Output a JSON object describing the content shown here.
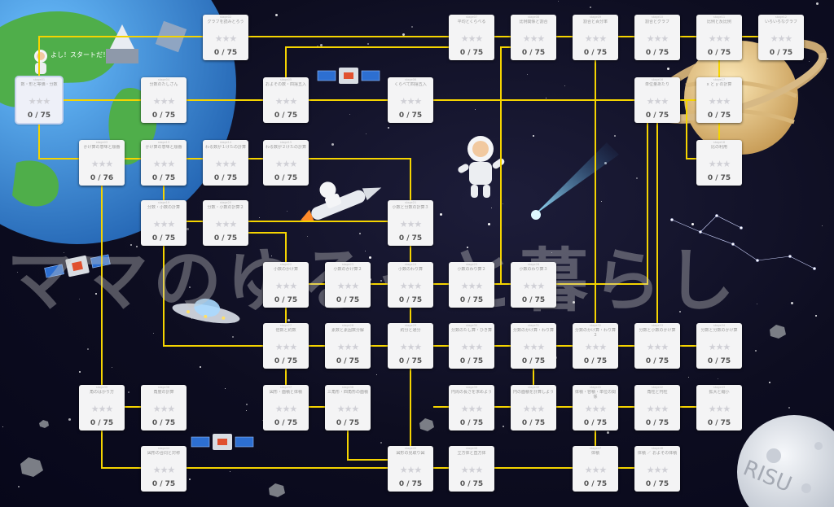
{
  "watermark": "ママのゆるっと暮らし",
  "moon_text": "RISU",
  "speech_bubble": "よし！スタートだ！",
  "colors": {
    "path": "#f5d400",
    "space": "#0d0d20",
    "card": "#f4f4f5",
    "earth_sea": "#3a8fd8",
    "earth_land": "#4fae4a",
    "saturn": "#e9c98c",
    "moon": "#dfe3ea"
  },
  "icons": [
    "astronaut-icon",
    "satellite-icon",
    "rocket-icon",
    "ufo-icon",
    "comet-icon",
    "saturn-icon",
    "moon-icon",
    "earth-icon",
    "asteroid-icon",
    "constellation-icon"
  ],
  "nodes": [
    {
      "stage": "stage01",
      "title": "数・形と等価・分数",
      "stars": "★★★",
      "score": "0 / 75"
    },
    {
      "stage": "stage02",
      "title": "グラフを読みとろう",
      "stars": "★★★",
      "score": "0 / 75"
    },
    {
      "stage": "stage03",
      "title": "かけ算の意味と順番",
      "stars": "★★★",
      "score": "0 / 76"
    },
    {
      "stage": "stage04",
      "title": "分数のたしざん",
      "stars": "★★★",
      "score": "0 / 75"
    },
    {
      "stage": "stage05",
      "title": "およその数・四捨五入",
      "stars": "★★★",
      "score": "0 / 75"
    },
    {
      "stage": "stage06",
      "title": "くらべて四捨五入",
      "stars": "★★★",
      "score": "0 / 75"
    },
    {
      "stage": "stage07",
      "title": "平均とくらべる",
      "stars": "★★★",
      "score": "0 / 75"
    },
    {
      "stage": "stage08",
      "title": "比例関係と割合",
      "stars": "★★★",
      "score": "0 / 75"
    },
    {
      "stage": "stage09",
      "title": "割合と百分率",
      "stars": "★★★",
      "score": "0 / 75"
    },
    {
      "stage": "stage10",
      "title": "割合とグラフ",
      "stars": "★★★",
      "score": "0 / 75"
    },
    {
      "stage": "stage11",
      "title": "比例と反比例",
      "stars": "★★★",
      "score": "0 / 75"
    },
    {
      "stage": "stage12",
      "title": "いろいろなグラフ",
      "stars": "★★★",
      "score": "0 / 75"
    },
    {
      "stage": "stage13",
      "title": "かけ算の意味と順番",
      "stars": "★★★",
      "score": "0 / 75"
    },
    {
      "stage": "stage14",
      "title": "わる数が１けたの計算",
      "stars": "★★★",
      "score": "0 / 75"
    },
    {
      "stage": "stage15",
      "title": "わる数が２けたの計算",
      "stars": "★★★",
      "score": "0 / 75"
    },
    {
      "stage": "stage16",
      "title": "単位量あたり",
      "stars": "★★★",
      "score": "0 / 75"
    },
    {
      "stage": "stage17",
      "title": "x と y の計算",
      "stars": "★★★",
      "score": "0 / 75"
    },
    {
      "stage": "stage18",
      "title": "比の利用",
      "stars": "★★★",
      "score": "0 / 75"
    },
    {
      "stage": "stage19",
      "title": "分数・小数の計算",
      "stars": "★★★",
      "score": "0 / 75"
    },
    {
      "stage": "stage20",
      "title": "分数・小数の計算２",
      "stars": "★★★",
      "score": "0 / 75"
    },
    {
      "stage": "stage21",
      "title": "小数と分数の計算３",
      "stars": "★★★",
      "score": "0 / 75"
    },
    {
      "stage": "stage22",
      "title": "小数のかけ算",
      "stars": "★★★",
      "score": "0 / 75"
    },
    {
      "stage": "stage23",
      "title": "小数のかけ算２",
      "stars": "★★★",
      "score": "0 / 75"
    },
    {
      "stage": "stage24",
      "title": "小数のわり算",
      "stars": "★★★",
      "score": "0 / 75"
    },
    {
      "stage": "stage25",
      "title": "小数のわり算２",
      "stars": "★★★",
      "score": "0 / 75"
    },
    {
      "stage": "stage26",
      "title": "小数のわり算３",
      "stars": "★★★",
      "score": "0 / 75"
    },
    {
      "stage": "stage27",
      "title": "倍数と約数",
      "stars": "★★★",
      "score": "0 / 75"
    },
    {
      "stage": "stage28",
      "title": "素数と素因数分解",
      "stars": "★★★",
      "score": "0 / 75"
    },
    {
      "stage": "stage29",
      "title": "約分と通分",
      "stars": "★★★",
      "score": "0 / 75"
    },
    {
      "stage": "stage30",
      "title": "分数のたし算・ひき算",
      "stars": "★★★",
      "score": "0 / 75"
    },
    {
      "stage": "stage31",
      "title": "分数のかけ算・わり算",
      "stars": "★★★",
      "score": "0 / 75"
    },
    {
      "stage": "stage32",
      "title": "分数のかけ算・わり算２",
      "stars": "★★★",
      "score": "0 / 75"
    },
    {
      "stage": "stage33",
      "title": "分数と小数のかけ算",
      "stars": "★★★",
      "score": "0 / 75"
    },
    {
      "stage": "stage34",
      "title": "分数と分数のかけ算",
      "stars": "★★★",
      "score": "0 / 75"
    },
    {
      "stage": "stage35",
      "title": "角のはかり方",
      "stars": "★★★",
      "score": "0 / 75"
    },
    {
      "stage": "stage36",
      "title": "角度の計算",
      "stars": "★★★",
      "score": "0 / 75"
    },
    {
      "stage": "stage37",
      "title": "図形・面積と体積",
      "stars": "★★★",
      "score": "0 / 75"
    },
    {
      "stage": "stage38",
      "title": "三角形・四角形の面積",
      "stars": "★★★",
      "score": "0 / 75"
    },
    {
      "stage": "stage39",
      "title": "円周の長さを求めよう",
      "stars": "★★★",
      "score": "0 / 75"
    },
    {
      "stage": "stage40",
      "title": "円の面積を計算しよう",
      "stars": "★★★",
      "score": "0 / 75"
    },
    {
      "stage": "stage41",
      "title": "体積・容積・単位の関係",
      "stars": "★★★",
      "score": "0 / 75"
    },
    {
      "stage": "stage42",
      "title": "角柱と円柱",
      "stars": "★★★",
      "score": "0 / 75"
    },
    {
      "stage": "stage43",
      "title": "拡大と縮小",
      "stars": "★★★",
      "score": "0 / 75"
    },
    {
      "stage": "stage44",
      "title": "図形の合同と対称",
      "stars": "★★★",
      "score": "0 / 75"
    },
    {
      "stage": "stage45",
      "title": "図形の見取り図",
      "stars": "★★★",
      "score": "0 / 75"
    },
    {
      "stage": "stage46",
      "title": "立方体と直方体",
      "stars": "★★★",
      "score": "0 / 75"
    },
    {
      "stage": "stage47",
      "title": "体積",
      "stars": "★★★",
      "score": "0 / 75"
    },
    {
      "stage": "stage48",
      "title": "体積 ／ およその体積",
      "stars": "★★★",
      "score": "0 / 75"
    }
  ]
}
